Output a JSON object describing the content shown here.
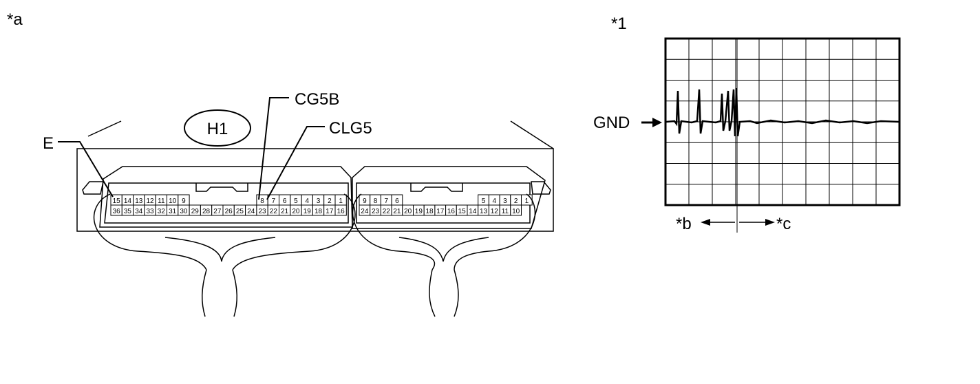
{
  "labels": {
    "a": "*a",
    "one": "*1",
    "b": "*b",
    "c": "*c",
    "connector_id": "H1",
    "cg5b": "CG5B",
    "clg5": "CLG5",
    "e": "E",
    "gnd": "GND"
  },
  "connector_left": {
    "top_row": [
      "15",
      "14",
      "13",
      "12",
      "11",
      "10",
      "9",
      "",
      "",
      "",
      "",
      "",
      "",
      "8",
      "7",
      "6",
      "5",
      "4",
      "3",
      "2",
      "1"
    ],
    "bottom_row": [
      "36",
      "35",
      "34",
      "33",
      "32",
      "31",
      "30",
      "29",
      "28",
      "27",
      "26",
      "25",
      "24",
      "23",
      "22",
      "21",
      "20",
      "19",
      "18",
      "17",
      "16"
    ]
  },
  "connector_right": {
    "top_row": [
      "9",
      "8",
      "7",
      "6",
      "",
      "",
      "",
      "",
      "",
      "",
      "",
      "5",
      "4",
      "3",
      "2",
      "1"
    ],
    "bottom_row": [
      "24",
      "23",
      "22",
      "21",
      "20",
      "19",
      "18",
      "17",
      "16",
      "15",
      "14",
      "13",
      "12",
      "11",
      "10"
    ]
  }
}
